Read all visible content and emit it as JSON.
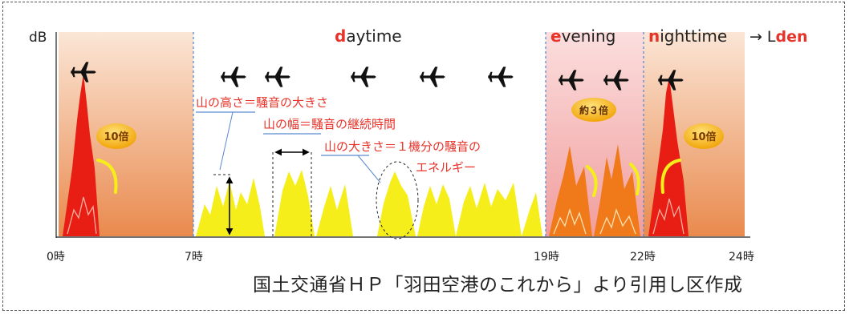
{
  "axis": {
    "y_label": "dB",
    "time_labels": [
      "0時",
      "7時",
      "19時",
      "22時",
      "24時"
    ]
  },
  "periods": {
    "daytime": {
      "first": "d",
      "rest": "aytime"
    },
    "evening": {
      "first": "e",
      "rest": "vening"
    },
    "nighttime": {
      "first": "n",
      "rest": "ighttime"
    },
    "arrow": "→",
    "lden_prefix": "L",
    "lden_suffix": "den"
  },
  "badges": {
    "night_left": "10倍",
    "evening": "約３倍",
    "night_right": "10倍"
  },
  "annotations": {
    "height": "山の高さ＝騒音の大きさ",
    "width": "山の幅＝騒音の継続時間",
    "size_line1": "山の大きさ＝１機分の騒音の",
    "size_line2": "エネルギー"
  },
  "caption": "国土交通省ＨＰ「羽田空港のこれから」より引用し区作成",
  "colors": {
    "night_bg": "#f0b48a",
    "evening_bg": "#f5b6b6",
    "accent_red": "#e8332a",
    "annotation_red": "#e8332a",
    "peak_yellow": "#f5ee1a",
    "peak_orange": "#f07a1a",
    "peak_red": "#e81e14",
    "badge_orange": "#f0a800",
    "divider_blue": "#5a8ad0"
  }
}
